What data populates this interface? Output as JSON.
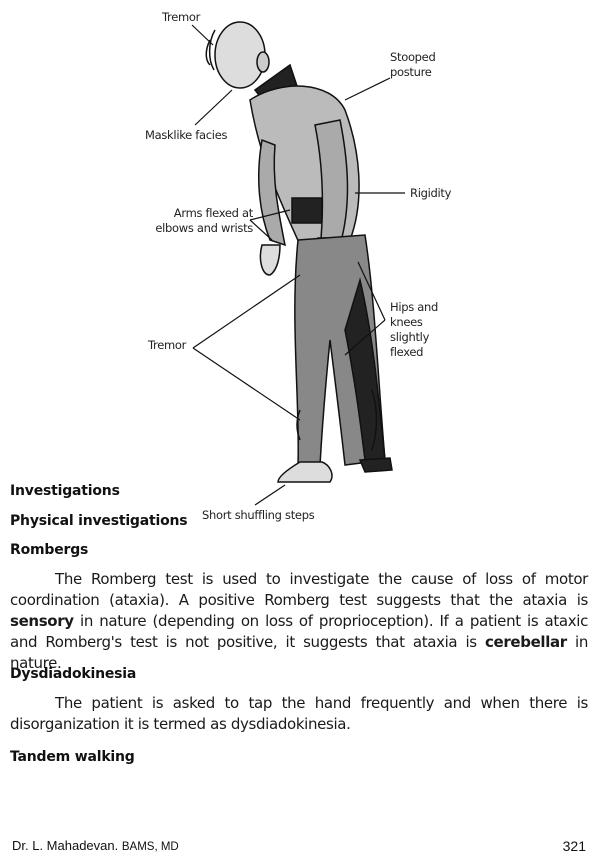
{
  "figure": {
    "labels": {
      "tremor_head": "Tremor",
      "masklike": "Masklike facies",
      "stooped": "Stooped posture",
      "rigidity": "Rigidity",
      "arms": "Arms flexed at elbows and wrists",
      "hips": "Hips and knees slightly flexed",
      "tremor_limbs": "Tremor",
      "steps": "Short shuffling steps"
    }
  },
  "headings": {
    "investigations": "Investigations",
    "physical": "Physical investigations",
    "rombergs": "Rombergs",
    "dysdiadokinesia": "Dysdiadokinesia",
    "tandem": "Tandem walking"
  },
  "paragraphs": {
    "romberg_a": "The Romberg test is used to investigate the cause of loss of motor coordination (ataxia). A positive Romberg test suggests that the ataxia is ",
    "romberg_b": "sensory",
    "romberg_c": " in nature (depending on loss of proprioception). If a patient is ataxic and Romberg's test is not positive, it suggests that ataxia is ",
    "romberg_d": "cerebellar",
    "romberg_e": " in nature.",
    "dysdiadokinesia": "The patient is asked to tap the hand frequently and when there is disorganization it is termed as dysdiadokinesia."
  },
  "footer": {
    "author": "Dr. L. Mahadevan.",
    "degrees": "BAMS, MD",
    "page_number": "321"
  }
}
